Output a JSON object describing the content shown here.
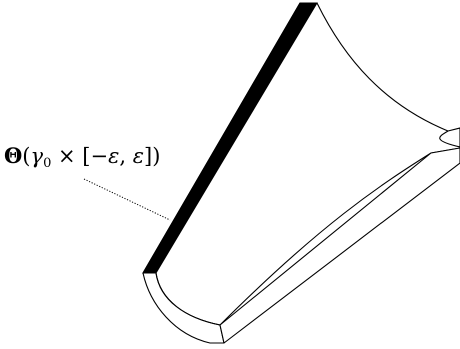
{
  "label": {
    "theta": "Θ",
    "open_paren": "(",
    "gamma": "γ",
    "gamma_sub": "0",
    "times": " × [",
    "minus_eps": "−ε",
    "comma": ", ",
    "eps": "ε",
    "close": "])"
  },
  "colors": {
    "ink": "#000000",
    "paper": "#ffffff"
  }
}
